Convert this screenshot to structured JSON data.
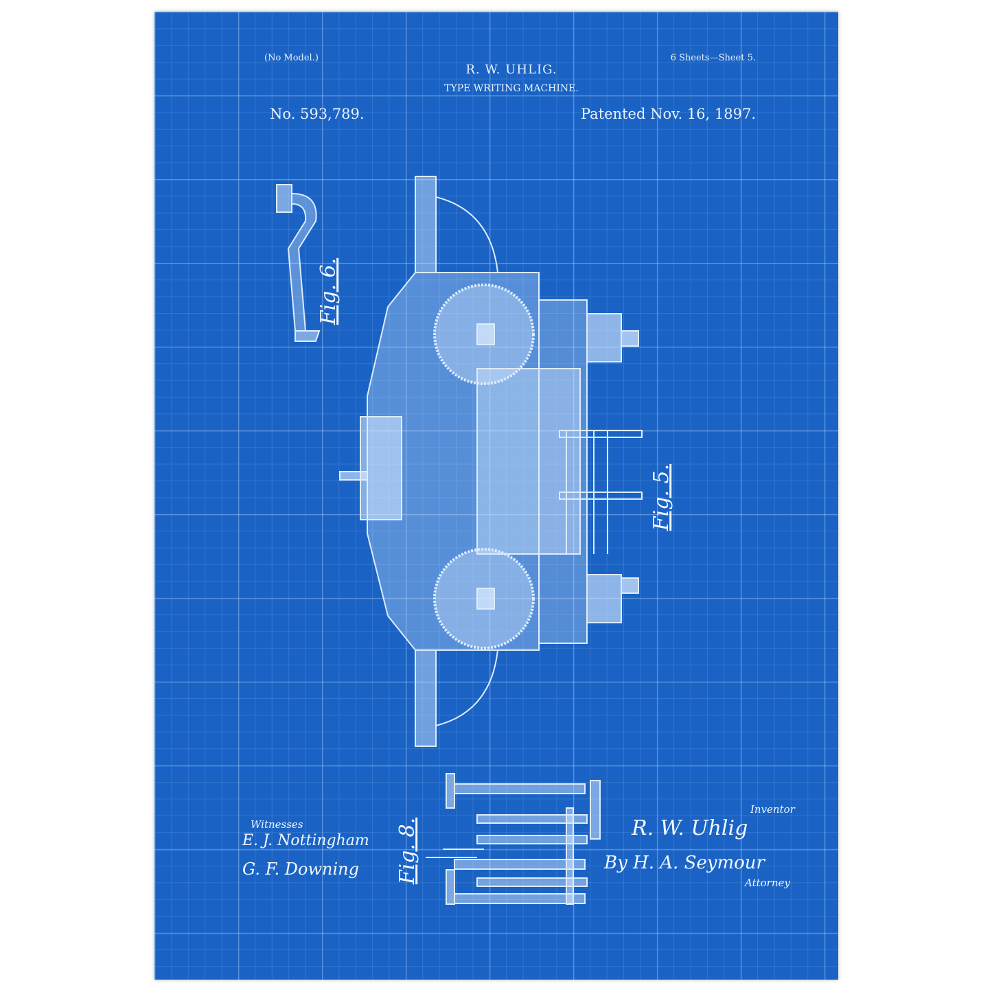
{
  "header": {
    "model_note": "(No Model.)",
    "sheets": "6 Sheets—Sheet 5.",
    "inventor_name": "R. W. UHLIG.",
    "title": "TYPE WRITING MACHINE.",
    "patent_number": "No. 593,789.",
    "patent_date": "Patented Nov. 16, 1897."
  },
  "figures": {
    "fig5": "Fig. 5.",
    "fig6": "Fig. 6.",
    "fig8": "Fig. 8."
  },
  "signatures": {
    "witnesses_label": "Witnesses",
    "witness_1": "E. J. Nottingham",
    "witness_2": "G. F. Downing",
    "inventor_label": "Inventor",
    "inventor": "R. W. Uhlig",
    "attorney_by": "By H. A. Seymour",
    "attorney_label": "Attorney"
  },
  "colors": {
    "background": "#1a63c4",
    "ink": "#e8f2ff"
  }
}
